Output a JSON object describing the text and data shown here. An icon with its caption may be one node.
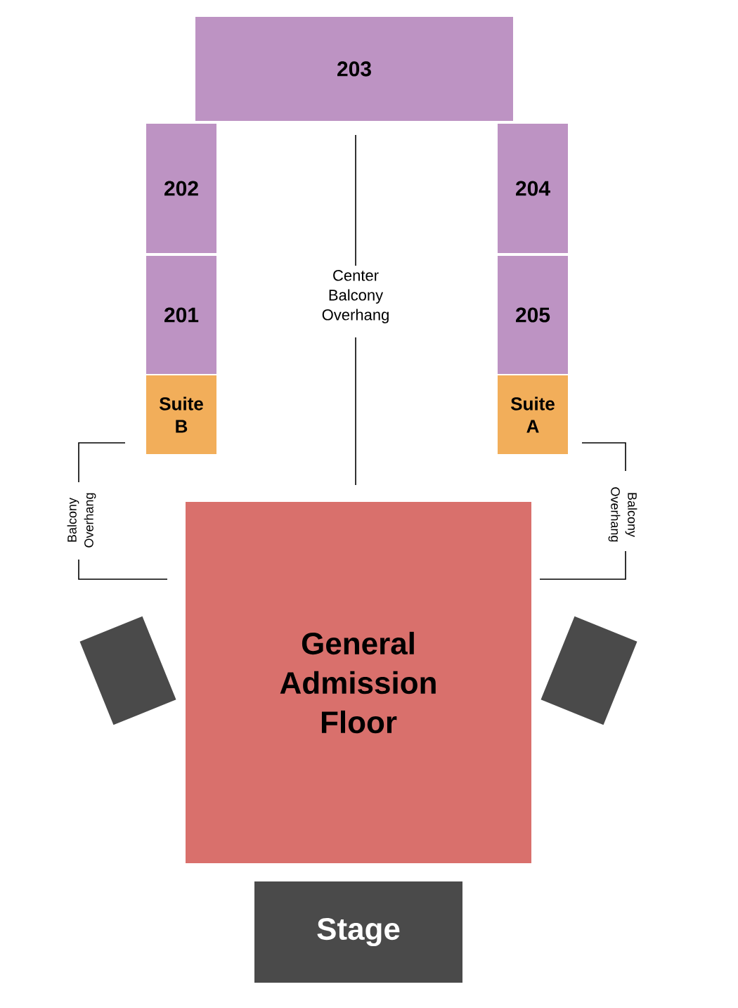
{
  "diagram": {
    "nodes": [
      {
        "text": [
          "203"
        ]
      },
      {
        "text": [
          "202"
        ]
      },
      {
        "text": [
          "204"
        ]
      },
      {
        "text": [
          "201"
        ]
      },
      {
        "text": [
          "205"
        ]
      },
      {
        "text": [
          "Suite B"
        ]
      },
      {
        "text": [
          "Suite A"
        ]
      },
      {
        "text": [],
        "shape": "box"
      },
      {
        "text": [
          "General Admission Floor"
        ]
      },
      {
        "text": [],
        "shape": "box"
      },
      {
        "text": [
          "Stage"
        ]
      }
    ],
    "labels": [
      "Center Balcony Overhang",
      "Balcony Overhang",
      "Balcony Overhang"
    ]
  }
}
